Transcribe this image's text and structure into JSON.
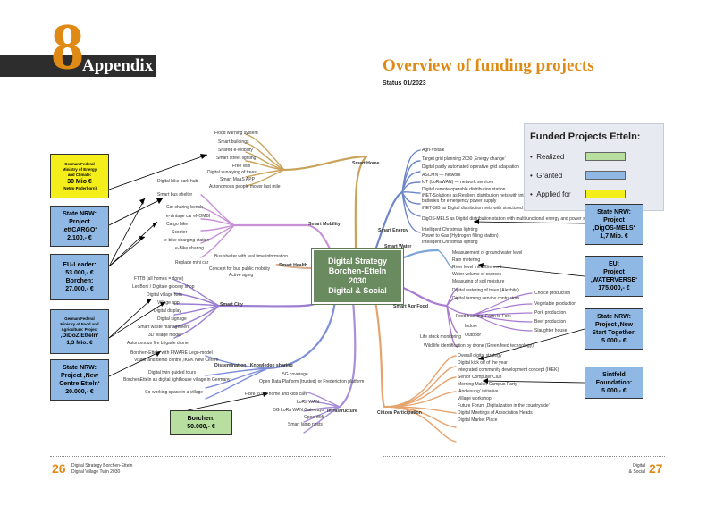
{
  "chapter": {
    "number": "8",
    "title": "Appendix"
  },
  "page": {
    "heading": "Overview of funding projects",
    "status": "Status 01/2023"
  },
  "footer": {
    "left_number": "26",
    "left_line1": "Digital Strategy Borchen-Etteln",
    "left_line2": "Digital Village Twin 2030",
    "right_line1": "Digital",
    "right_line2": "& Social",
    "right_number": "27"
  },
  "center": {
    "line1": "Digital Strategy",
    "line2": "Borchen-Etteln",
    "line3": "2030",
    "line4": "Digital & Social"
  },
  "legend": {
    "title": "Funded Projects Etteln:",
    "items": [
      {
        "label": "Realized",
        "color": "#b8dfa0"
      },
      {
        "label": "Granted",
        "color": "#8fb9e4"
      },
      {
        "label": "Applied for",
        "color": "#f4ef1a"
      }
    ]
  },
  "boxes": {
    "b1": {
      "l1": "German Federal",
      "l2": "Ministry of Energy",
      "l3": "and Climate:",
      "l4": "30 Mio €",
      "l5": "(NeMo Paderborn)"
    },
    "b2": {
      "l1": "State NRW:",
      "l2": "Project",
      "l3": "‚ettCARGO‘",
      "l4": "2.100,- €"
    },
    "b3": {
      "l1": "EU-Leader:",
      "l2": "53.000,- €",
      "l3": "Borchen:",
      "l4": "27.000,- €"
    },
    "b4": {
      "l1": "German Federal",
      "l2": "Ministry of Food and",
      "l3": "Agriculture: Project",
      "l4": "‚DiDoZ Etteln‘",
      "l5": "1,3 Mio. €"
    },
    "b5": {
      "l1": "State NRW:",
      "l2": "Project ‚New",
      "l3": "Centre Etteln‘",
      "l4": "20.000,- €"
    },
    "b6": {
      "l1": "Borchen:",
      "l2": "50.000,- €"
    },
    "b7": {
      "l1": "State NRW:",
      "l2": "Project",
      "l3": "‚DigOS-MELS‘",
      "l4": "1,7 Mio. €"
    },
    "b8": {
      "l1": "EU:",
      "l2": "Project",
      "l3": "‚WATERVERSE‘",
      "l4": "175.000,- €"
    },
    "b9": {
      "l1": "State NRW:",
      "l2": "Project ‚New",
      "l3": "Start Together‘",
      "l4": "5.000,- €"
    },
    "b10": {
      "l1": "Sintfeld",
      "l2": "Foundation:",
      "l3": "5.000,- €"
    }
  },
  "mindmap": {
    "hubs": {
      "smart_home": "Smart Home",
      "smart_mobility": "Smart Mobility",
      "smart_energy": "Smart Energy",
      "smart_water": "Smart Water",
      "smart_health": "Smart Health",
      "smart_city": "Smart City",
      "smart_agrifood": "Smart AgriFood",
      "dissemination": "Dissemination / Knowledge sharing",
      "infrastructure": "Infrastructure",
      "citizen": "Citizen Participation"
    },
    "home_items": [
      "Flood warning system",
      "Smart buildings",
      "Shared e-Mobility",
      "Smart street lighting",
      "Free Wifi",
      "Digital surveying of trees",
      "Smart MaaS APP",
      "Autonomous people mover last mile"
    ],
    "mobility_items": [
      "Digital bike park hub",
      "Smart bus shelter",
      "Car sharing bench",
      "e-vintage car eKOMBI",
      "Cargo bike",
      "Scooter",
      "e-bike charging station",
      "e-Bike sharing",
      "Bus shelter with real time information",
      "Replace mini car",
      "Concept for bus public mobility",
      "Active aging"
    ],
    "city_items": [
      "FTTB (all homes = done)",
      "LeoBoni / Digitale grocery shop",
      "Digital village twin",
      "Village app",
      "Digital display",
      "Digital signage",
      "Smart waste management",
      "3D village model",
      "Autonomous fire brigade drone"
    ],
    "energy_items": [
      "Agri-Voltaik",
      "Target grid planning 2030 ‚Energy change‘",
      "Digital partly automated operative grid adaptation",
      "ASCMN — network",
      "IoT (LoRaWAN) — network services",
      "Digital remote operable distribution station",
      "iNET-Solutions as Resilient distribution nets with integrated",
      "batteries for emergency power supply",
      "iNET-SIB as Digital distribution nets with structured operation management",
      "DigOS-MELS as Digital distribution station with multifunctional energy and power server",
      "Intelligent Christmas lighting",
      "Power to Gas (Hydrogen filling station)",
      "Intelligent Christmas lighting"
    ],
    "water_items": [
      "Measurement of ground water level",
      "Rain metering",
      "River level measurement",
      "Water volume of sources",
      "Measuring of soil moisture"
    ],
    "agri_items": [
      "Digital watering of trees (Alexbite)",
      "Digital farming service contractors",
      "Food tracking, Farm to Fork",
      "Life stock monitoring",
      "Wild life identification by drone (Green feed technology)",
      "Choice production",
      "Vegetable production",
      "Pork production",
      "Beef production",
      "Slaughter house",
      "Indoor",
      "Outdoor"
    ],
    "dissemination_items": [
      "Borchen-Etteln with FIWARE Lego-model",
      "Visitor and demo centre ‚IKEK New Centre‘",
      "Digital twin guided tours",
      "BorchenEtteln as digital lighthouse village in Germany",
      "Co-working space in a village"
    ],
    "infra_items": [
      "5G coverage",
      "Open Data Platform (trusted) or Frederiction platform",
      "Fibre to the home and kids care",
      "LoRa WAN",
      "5G LoRa WAN Gateways",
      "Open Wifi",
      "Smart lamp posts"
    ],
    "citizen_items": [
      "Overall digital strategy",
      "Digital kick off of the year",
      "Integrated community development concept (IKEK)",
      "Senior Computer Club",
      "Morning Maker Campus Party",
      "‚Andlesung‘ initiative",
      "Village workshop",
      "Future Forum ‚Digitalization in the countryside‘",
      "Digital Meetings of Association Heads",
      "Digital Market Place"
    ]
  },
  "colors": {
    "orange": "#e08a16",
    "home": "#c9a35a",
    "mobility": "#c890d6",
    "energy": "#6c86c8",
    "water": "#7ca6d6",
    "agrifood": "#a97ad0",
    "city": "#9b7fd2",
    "dissemination": "#7d8fd8",
    "infrastructure": "#a98ed8",
    "citizen": "#e6a36c",
    "health": "#d9ad8e"
  }
}
